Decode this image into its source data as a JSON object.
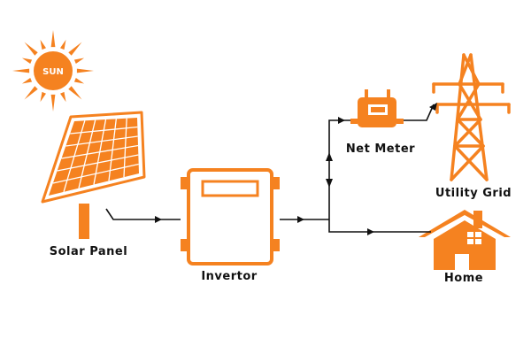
{
  "colors": {
    "accent": "#F58220",
    "line": "#111111",
    "background": "#FFFFFF"
  },
  "sun": {
    "label": "SUN",
    "icon": "sun-icon"
  },
  "nodes": {
    "solar_panel": {
      "label": "Solar Panel",
      "icon": "solar-panel-icon"
    },
    "invertor": {
      "label": "Invertor",
      "icon": "invertor-icon"
    },
    "net_meter": {
      "label": "Net Meter",
      "icon": "meter-icon"
    },
    "utility_grid": {
      "label": "Utility Grid",
      "icon": "transmission-tower-icon"
    },
    "home": {
      "label": "Home",
      "icon": "house-icon"
    }
  },
  "connections": [
    {
      "from": "Solar Panel",
      "to": "Invertor",
      "direction": "one-way"
    },
    {
      "from": "Invertor",
      "to": "Net Meter",
      "direction": "two-way"
    },
    {
      "from": "Net Meter",
      "to": "Utility Grid",
      "direction": "one-way"
    },
    {
      "from": "Invertor",
      "to": "Home",
      "direction": "one-way"
    }
  ]
}
